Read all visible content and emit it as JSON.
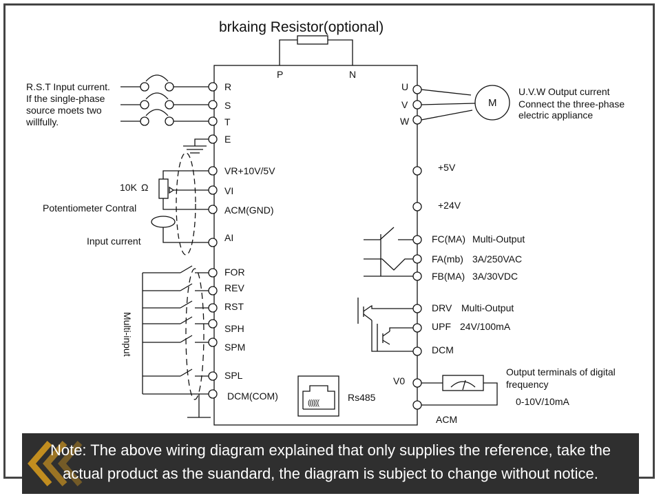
{
  "diagram": {
    "title": "brkaing Resistor(optional)",
    "top_terminals": [
      "P",
      "N"
    ],
    "input_note": [
      "R.S.T Input current.",
      "If the single-phase",
      "source moets two",
      "willfully."
    ],
    "left_terminals": {
      "r": "R",
      "s": "S",
      "t": "T",
      "e": "E",
      "vr": "VR+10V/5V",
      "vi": "VI",
      "acm": "ACM(GND)",
      "ai": "AI",
      "for": "FOR",
      "rev": "REV",
      "rst": "RST",
      "sph": "SPH",
      "spm": "SPM",
      "spl": "SPL",
      "dcm_com": "DCM(COM)"
    },
    "pot_value": "10K",
    "pot_unit": "Ω",
    "potentiometer_label": "Potentiometer Contral",
    "input_current_label": "Input current",
    "multi_input_label": "Multi-input",
    "rs485_label": "Rs485",
    "right_terminals": {
      "u": "U",
      "v": "V",
      "w": "W",
      "p5v": "+5V",
      "p24v": "+24V",
      "fc": "FC(MA)",
      "fa": "FA(mb)",
      "fb": "FB(MA)",
      "drv": "DRV",
      "upf": "UPF",
      "dcm": "DCM",
      "v0": "V0",
      "acm": "ACM"
    },
    "motor_label": "M",
    "output_note": [
      "U.V.W Output current",
      "Connect the three-phase",
      "electric appliance"
    ],
    "relay_text": [
      "Multi-Output",
      "3A/250VAC",
      "3A/30VDC"
    ],
    "transistor_text": [
      "Multi-Output",
      "24V/100mA"
    ],
    "digital_freq_text": [
      "Output terminals of digital",
      "frequency",
      "0-10V/10mA"
    ]
  },
  "note": {
    "line1": "Note: The above wiring diagram explained that only supplies the reference, take the",
    "line2": "actual product as the suandard, the diagram is subject to change without notice."
  },
  "colors": {
    "line": "#111111",
    "frame": "#444444",
    "note_bg": "#2f2f2f",
    "note_text": "#ffffff",
    "chevron": "#c9921f"
  }
}
